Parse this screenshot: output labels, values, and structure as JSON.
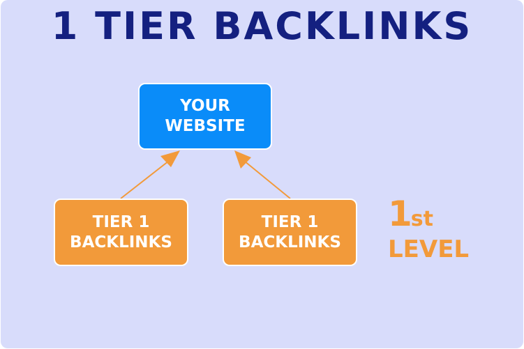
{
  "title": "1 TIER BACKLINKS",
  "nodes": {
    "website": {
      "line1": "YOUR",
      "line2": "WEBSITE"
    },
    "tier_left": {
      "line1": "TIER 1",
      "line2": "BACKLINKS"
    },
    "tier_right": {
      "line1": "TIER 1",
      "line2": "BACKLINKS"
    }
  },
  "level_label": {
    "number": "1",
    "suffix": "st",
    "word": "LEVEL"
  },
  "colors": {
    "background": "#d8dcfb",
    "title": "#142080",
    "website_box": "#0a8cf9",
    "tier_box": "#f29a3a",
    "arrow": "#f29a3a",
    "level_text": "#f29a3a"
  }
}
